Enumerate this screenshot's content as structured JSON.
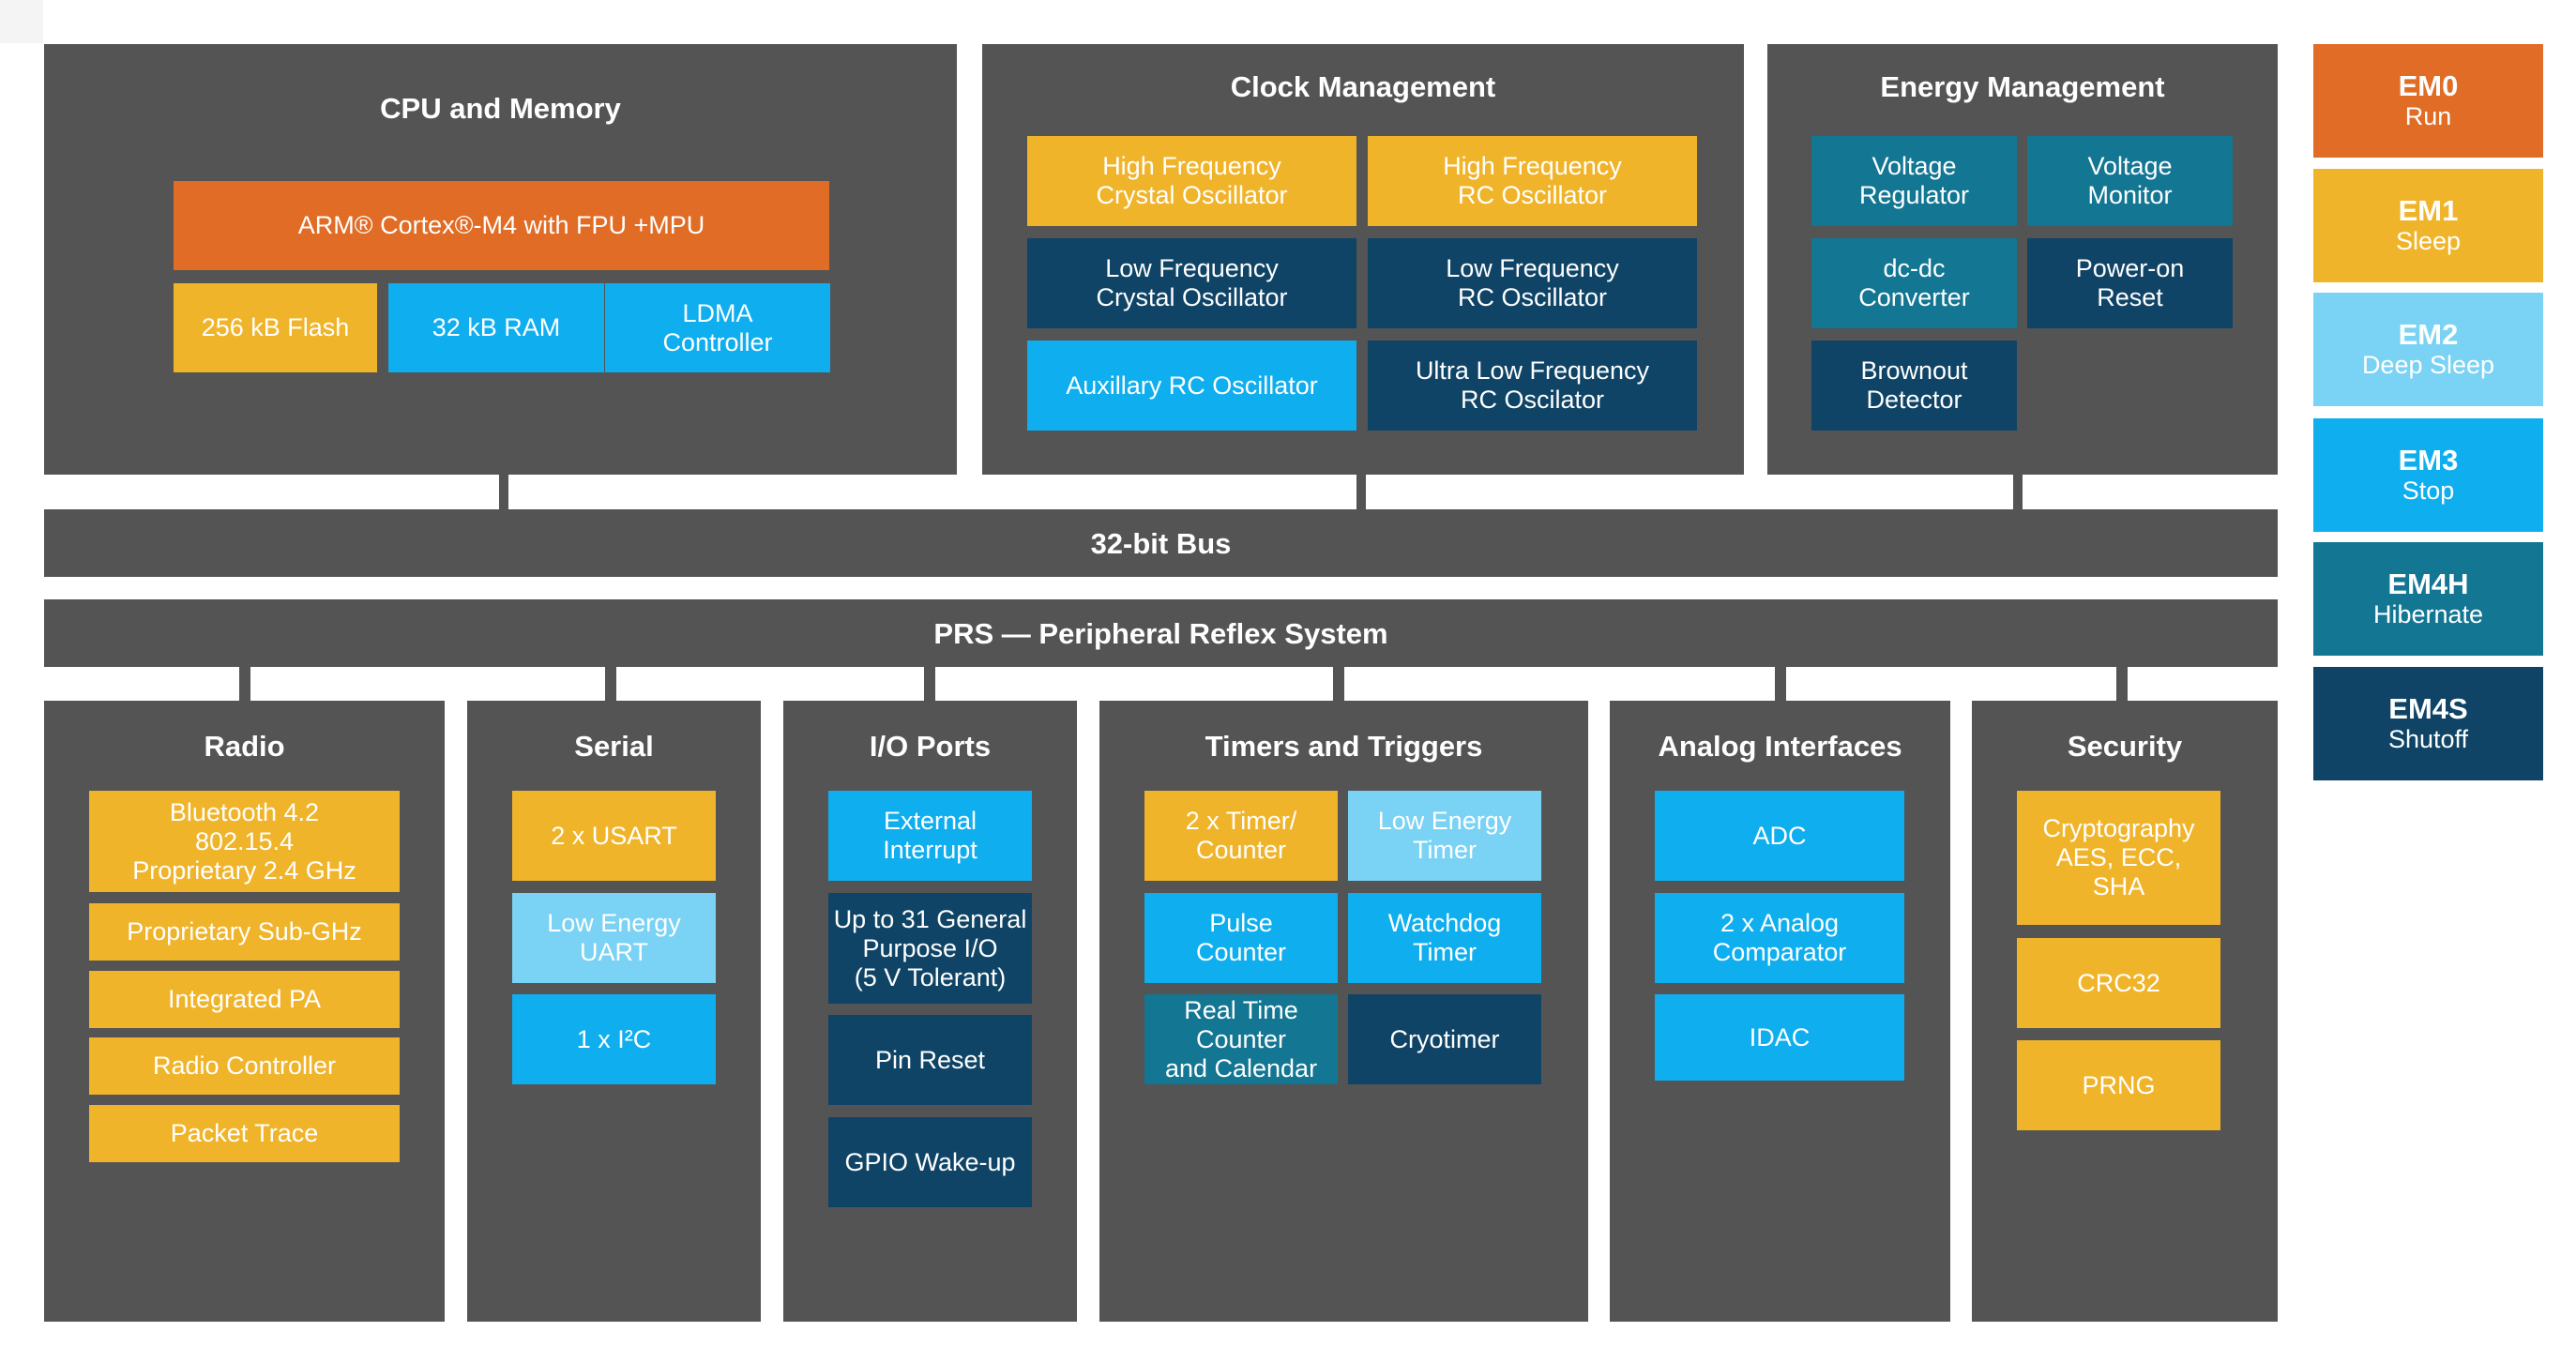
{
  "colors": {
    "panel": "#545454",
    "orange": "#e06c25",
    "yellow": "#f0b42b",
    "blue": "#0faeef",
    "light_blue": "#7ad2f4",
    "navy": "#0f4466",
    "teal": "#137693"
  },
  "cpu": {
    "title": "CPU and Memory",
    "core": "ARM® Cortex®-M4 with FPU +MPU",
    "flash": "256 kB Flash",
    "ram": "32 kB RAM",
    "ldma": "LDMA\nController"
  },
  "clock": {
    "title": "Clock Management",
    "hfxo": "High Frequency\nCrystal Oscillator",
    "hfrco": "High Frequency\nRC Oscillator",
    "lfxo": "Low Frequency\nCrystal Oscillator",
    "lfrco": "Low Frequency\nRC Oscillator",
    "aux": "Auxillary RC Oscillator",
    "ulfrco": "Ultra Low Frequency\nRC Oscilator"
  },
  "energy": {
    "title": "Energy Management",
    "vreg": "Voltage\nRegulator",
    "vmon": "Voltage\nMonitor",
    "dcdc": "dc-dc\nConverter",
    "por": "Power-on\nReset",
    "bod": "Brownout\nDetector"
  },
  "bus": {
    "label": "32-bit Bus"
  },
  "prs": {
    "label": "PRS — Peripheral Reflex System"
  },
  "radio": {
    "title": "Radio",
    "bt": "Bluetooth 4.2\n802.15.4\nProprietary 2.4 GHz",
    "subghz": "Proprietary Sub-GHz",
    "pa": "Integrated PA",
    "controller": "Radio Controller",
    "trace": "Packet Trace"
  },
  "serial": {
    "title": "Serial",
    "usart": "2 x USART",
    "leuart": "Low Energy\nUART",
    "i2c": "1 x I²C"
  },
  "io": {
    "title": "I/O Ports",
    "extint": "External\nInterrupt",
    "gpio": "Up to 31 General\nPurpose I/O\n(5 V Tolerant)",
    "pinreset": "Pin Reset",
    "wakeup": "GPIO Wake-up"
  },
  "timers": {
    "title": "Timers and Triggers",
    "timer": "2 x Timer/\nCounter",
    "letimer": "Low Energy\nTimer",
    "pcnt": "Pulse\nCounter",
    "wdog": "Watchdog\nTimer",
    "rtcc": "Real Time\nCounter\nand Calendar",
    "cryo": "Cryotimer"
  },
  "analog": {
    "title": "Analog Interfaces",
    "adc": "ADC",
    "acmp": "2 x Analog\nComparator",
    "idac": "IDAC"
  },
  "security": {
    "title": "Security",
    "crypto": "Cryptography\nAES, ECC,\nSHA",
    "crc": "CRC32",
    "prng": "PRNG"
  },
  "legend": [
    {
      "code": "EM0",
      "name": "Run",
      "color": "#e06c25"
    },
    {
      "code": "EM1",
      "name": "Sleep",
      "color": "#f0b42b"
    },
    {
      "code": "EM2",
      "name": "Deep Sleep",
      "color": "#7ad2f4"
    },
    {
      "code": "EM3",
      "name": "Stop",
      "color": "#0faeef"
    },
    {
      "code": "EM4H",
      "name": "Hibernate",
      "color": "#137693"
    },
    {
      "code": "EM4S",
      "name": "Shutoff",
      "color": "#0f4466"
    }
  ]
}
